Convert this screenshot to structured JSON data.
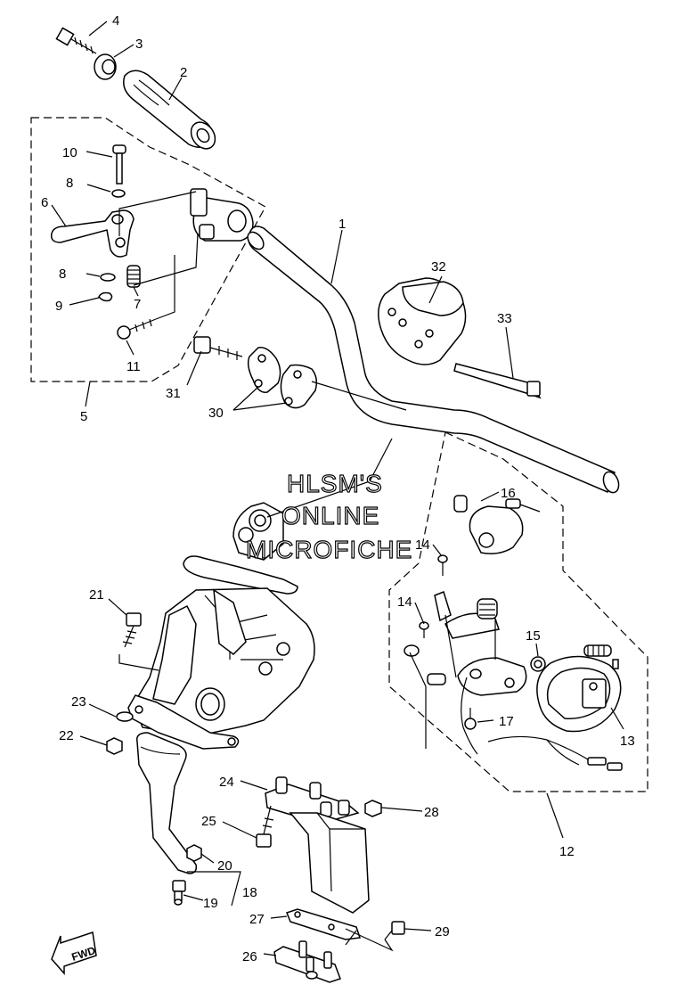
{
  "watermark": {
    "line1": "HLSM'S",
    "line2": "ONLINE",
    "line3": "MICROFICHE"
  },
  "fwd_label": "FWD",
  "part_numbers": {
    "p1": "1",
    "p2": "2",
    "p3": "3",
    "p4": "4",
    "p5": "5",
    "p6": "6",
    "p7": "7",
    "p8a": "8",
    "p8b": "8",
    "p9": "9",
    "p10": "10",
    "p11": "11",
    "p12": "12",
    "p13": "13",
    "p14a": "14",
    "p14b": "14",
    "p15": "15",
    "p16": "16",
    "p17": "17",
    "p18": "18",
    "p19": "19",
    "p20": "20",
    "p21": "21",
    "p22": "22",
    "p23": "23",
    "p24": "24",
    "p25": "25",
    "p26": "26",
    "p27": "27",
    "p28": "28",
    "p29": "29",
    "p30": "30",
    "p31": "31",
    "p32": "32",
    "p33": "33"
  }
}
